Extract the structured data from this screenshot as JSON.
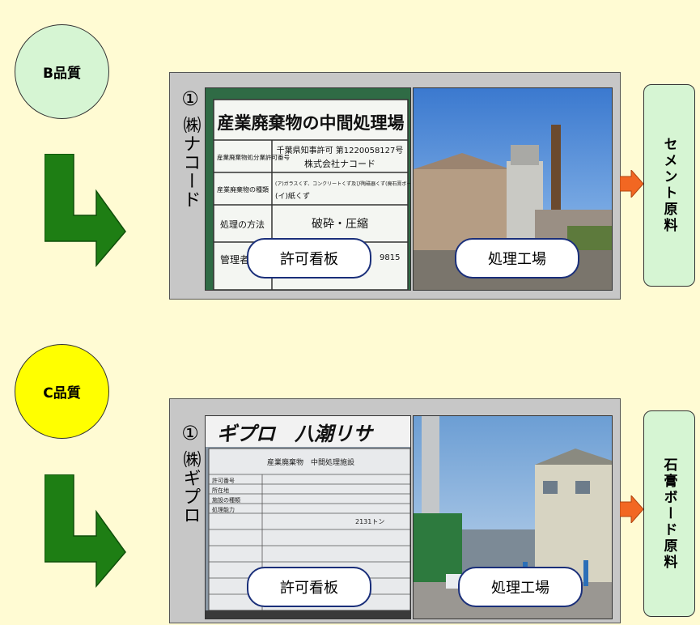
{
  "sections": [
    {
      "quality_label": "B品質",
      "quality_color": "#d6f5d3",
      "company_number": "①",
      "company_name": "㈱ナコード",
      "caption_permit": "許可看板",
      "caption_plant": "処理工場",
      "output_label": "セメント原料",
      "sign": {
        "title": "産業廃棄物の中間処理場",
        "permit_value": "千葉県知事許可 第1220058127号",
        "company_value": "株式会社ナコード",
        "row1_label": "産業廃棄物処分業許可番号",
        "row2_label": "産業廃棄物の種類",
        "row2_value1": "(ア)ガラスくず、コンクリートくず及び陶磁器くず(廃石膏ボード)又は",
        "row2_value2": "(イ)紙くず",
        "row3_label": "処理の方法",
        "row3_value": "破砕・圧縮",
        "row4_label": "管理者",
        "row4_value": "9815"
      }
    },
    {
      "quality_label": "C品質",
      "quality_color": "#ffff00",
      "company_number": "①",
      "company_name": "㈱ギプロ",
      "caption_permit": "許可看板",
      "caption_plant": "処理工場",
      "output_label": "石膏ボード原料",
      "sign": {
        "top_text": "ギプロ　八潮リサ",
        "title": "産業廃棄物　中間処理施設",
        "permit_value": "2131トン",
        "rows": [
          "許可番号",
          "所在地",
          "施設の種類",
          "処理能力"
        ]
      }
    }
  ],
  "colors": {
    "background": "#fffbd3",
    "arrow_green": "#1e7e14",
    "small_arrow_orange": "#f26722",
    "caption_border": "#1a2f7a"
  }
}
